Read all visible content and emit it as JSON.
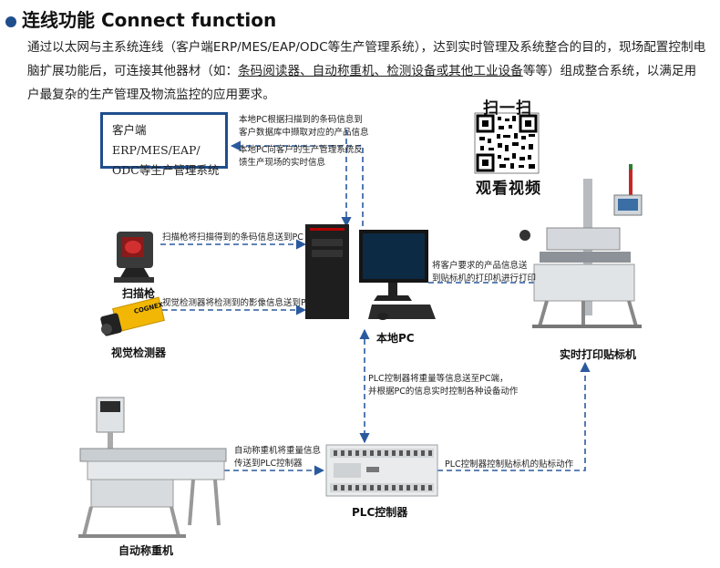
{
  "header": {
    "title": "连线功能 Connect function",
    "paragraph_lead": "通过以太网与主系统连线（客户端ERP/MES/EAP/ODC等生产管理系统），达到实时管理及系统整合的目的，现场配置控制电脑扩展功能后，可连接其他器材（如：",
    "paragraph_underlined": "条码阅读器、自动称重机、检测设备或其他工业设备",
    "paragraph_tail": "等等）组成整合系统，以满足用户最复杂的生产管理及物流监控的应用要求。"
  },
  "erp_box": {
    "line1": "客户端ERP/MES/EAP/",
    "line2": "ODC等生产管理系统"
  },
  "qr": {
    "top_label": "扫一扫",
    "bottom_label": "观看视频"
  },
  "notes": {
    "pc_to_erp_1": "本地PC根据扫描到的条码信息到",
    "pc_to_erp_2": "客户数据库中撷取对应的产品信息",
    "erp_to_pc_1": "本地PC向客户的生产管理系统反",
    "erp_to_pc_2": "馈生产现场的实时信息",
    "scanner_to_pc": "扫描枪将扫描得到的条码信息送到PC",
    "camera_to_pc": "视觉检测器将检测到的影像信息送到PC",
    "pc_to_labeler_1": "将客户要求的产品信息送",
    "pc_to_labeler_2": "到贴标机的打印机进行打印",
    "plc_pc_1": "PLC控制器将重量等信息送至PC端，",
    "plc_pc_2": "并根据PC的信息实时控制各种设备动作",
    "scale_to_plc_1": "自动称重机将重量信息",
    "scale_to_plc_2": "传送到PLC控制器",
    "plc_to_labeler": "PLC控制器控制贴标机的贴标动作"
  },
  "devices": {
    "scanner": "扫描枪",
    "camera": "视觉检测器",
    "pc": "本地PC",
    "labeler": "实时打印贴标机",
    "scale": "自动称重机",
    "plc": "PLC控制器",
    "camera_brand": "COGNEX"
  },
  "colors": {
    "accent_blue": "#1f4e8c",
    "arrow_blue": "#2a5a9e",
    "camera_yellow": "#f2b705"
  }
}
